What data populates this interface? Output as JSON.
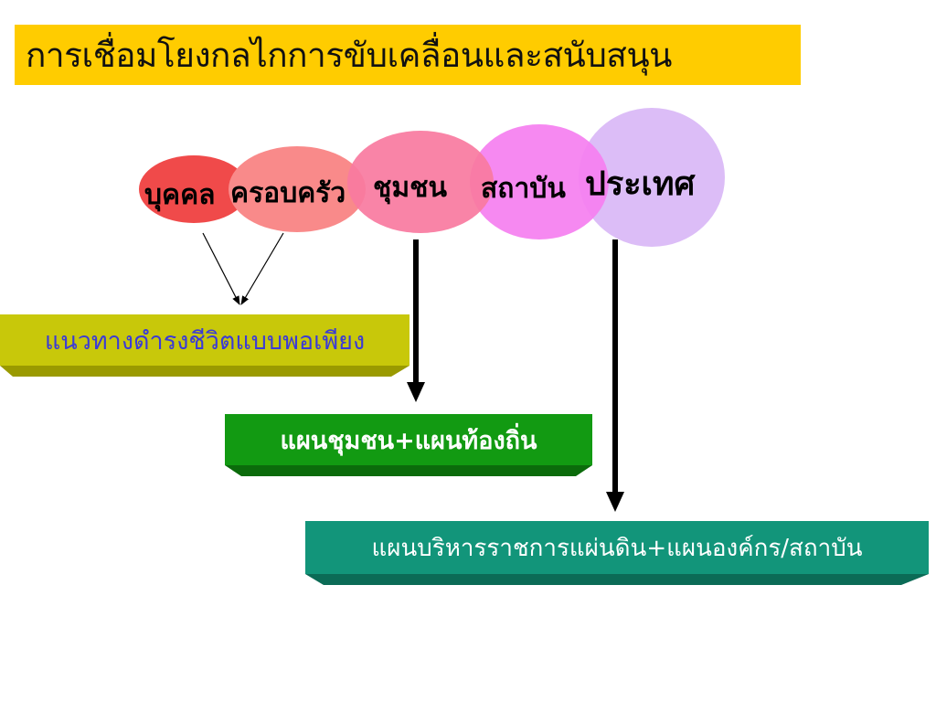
{
  "title": "การเชื่อมโยงกลไกการขับเคลื่อนและสนับสนุน",
  "levels": [
    {
      "label": "บุคคล",
      "color": "#f04a4a"
    },
    {
      "label": "ครอบครัว",
      "color": "#f98a8a"
    },
    {
      "label": "ชุมชน",
      "color": "#f8799f"
    },
    {
      "label": "สถาบัน",
      "color": "#f57ff0"
    },
    {
      "label": "ประเทศ",
      "color": "#dcbdf7"
    }
  ],
  "outputs": [
    {
      "label": "แนวทางดำรงชีวิตแบบพอเพียง",
      "fill": "#c8c80a",
      "lip": "#9a9a00",
      "text_color": "#3b3bd6"
    },
    {
      "label": "แผนชุมชน+แผนท้องถิ่น",
      "fill": "#129a12",
      "lip": "#0b6b0b",
      "text_color": "#ffffff"
    },
    {
      "label": "แผนบริหารราชการแผ่นดิน+แผนองค์กร/สถาบัน",
      "fill": "#12957a",
      "lip": "#0b6b56",
      "text_color": "#ffffff"
    }
  ]
}
